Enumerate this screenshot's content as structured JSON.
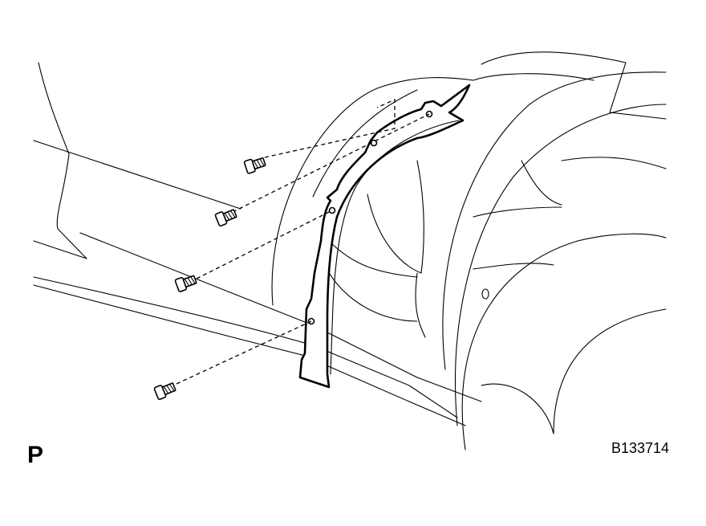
{
  "labels": {
    "view_code": "P",
    "figure_id": "B133714"
  },
  "fasteners": [
    "screw",
    "screw",
    "screw",
    "screw"
  ],
  "colors": {
    "ink": "#000000",
    "paper": "#ffffff"
  }
}
